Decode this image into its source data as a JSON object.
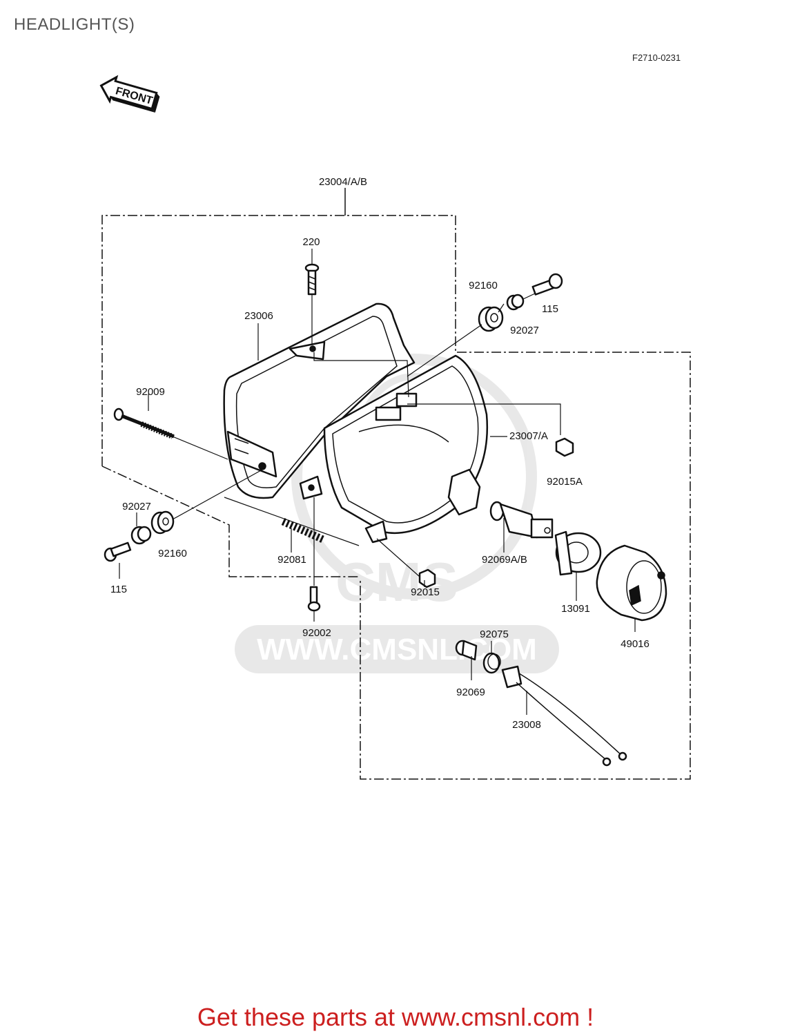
{
  "title": "HEADLIGHT(S)",
  "figure_code": "F2710-0231",
  "front_arrow_label": "FRONT",
  "watermark": {
    "brand": "CMS",
    "url": "WWW.CMSNL.COM"
  },
  "callouts": {
    "assembly": "23004/A/B",
    "screw_top": "220",
    "rim": "23006",
    "grommet_right": "92160",
    "bolt_right": "115",
    "collar_right": "92027",
    "adjust_screw": "92009",
    "unit": "23007/A",
    "nut_a": "92015A",
    "collar_left": "92027",
    "grommet_left": "92160",
    "bolt_left": "115",
    "spring": "92081",
    "nut": "92015",
    "bulb_main": "92069A/B",
    "socket": "13091",
    "cover": "49016",
    "screw_bottom": "92002",
    "socket_small": "92075",
    "bulb_small": "92069",
    "lead": "23008"
  },
  "banner": "Get these parts at www.cmsnl.com !"
}
